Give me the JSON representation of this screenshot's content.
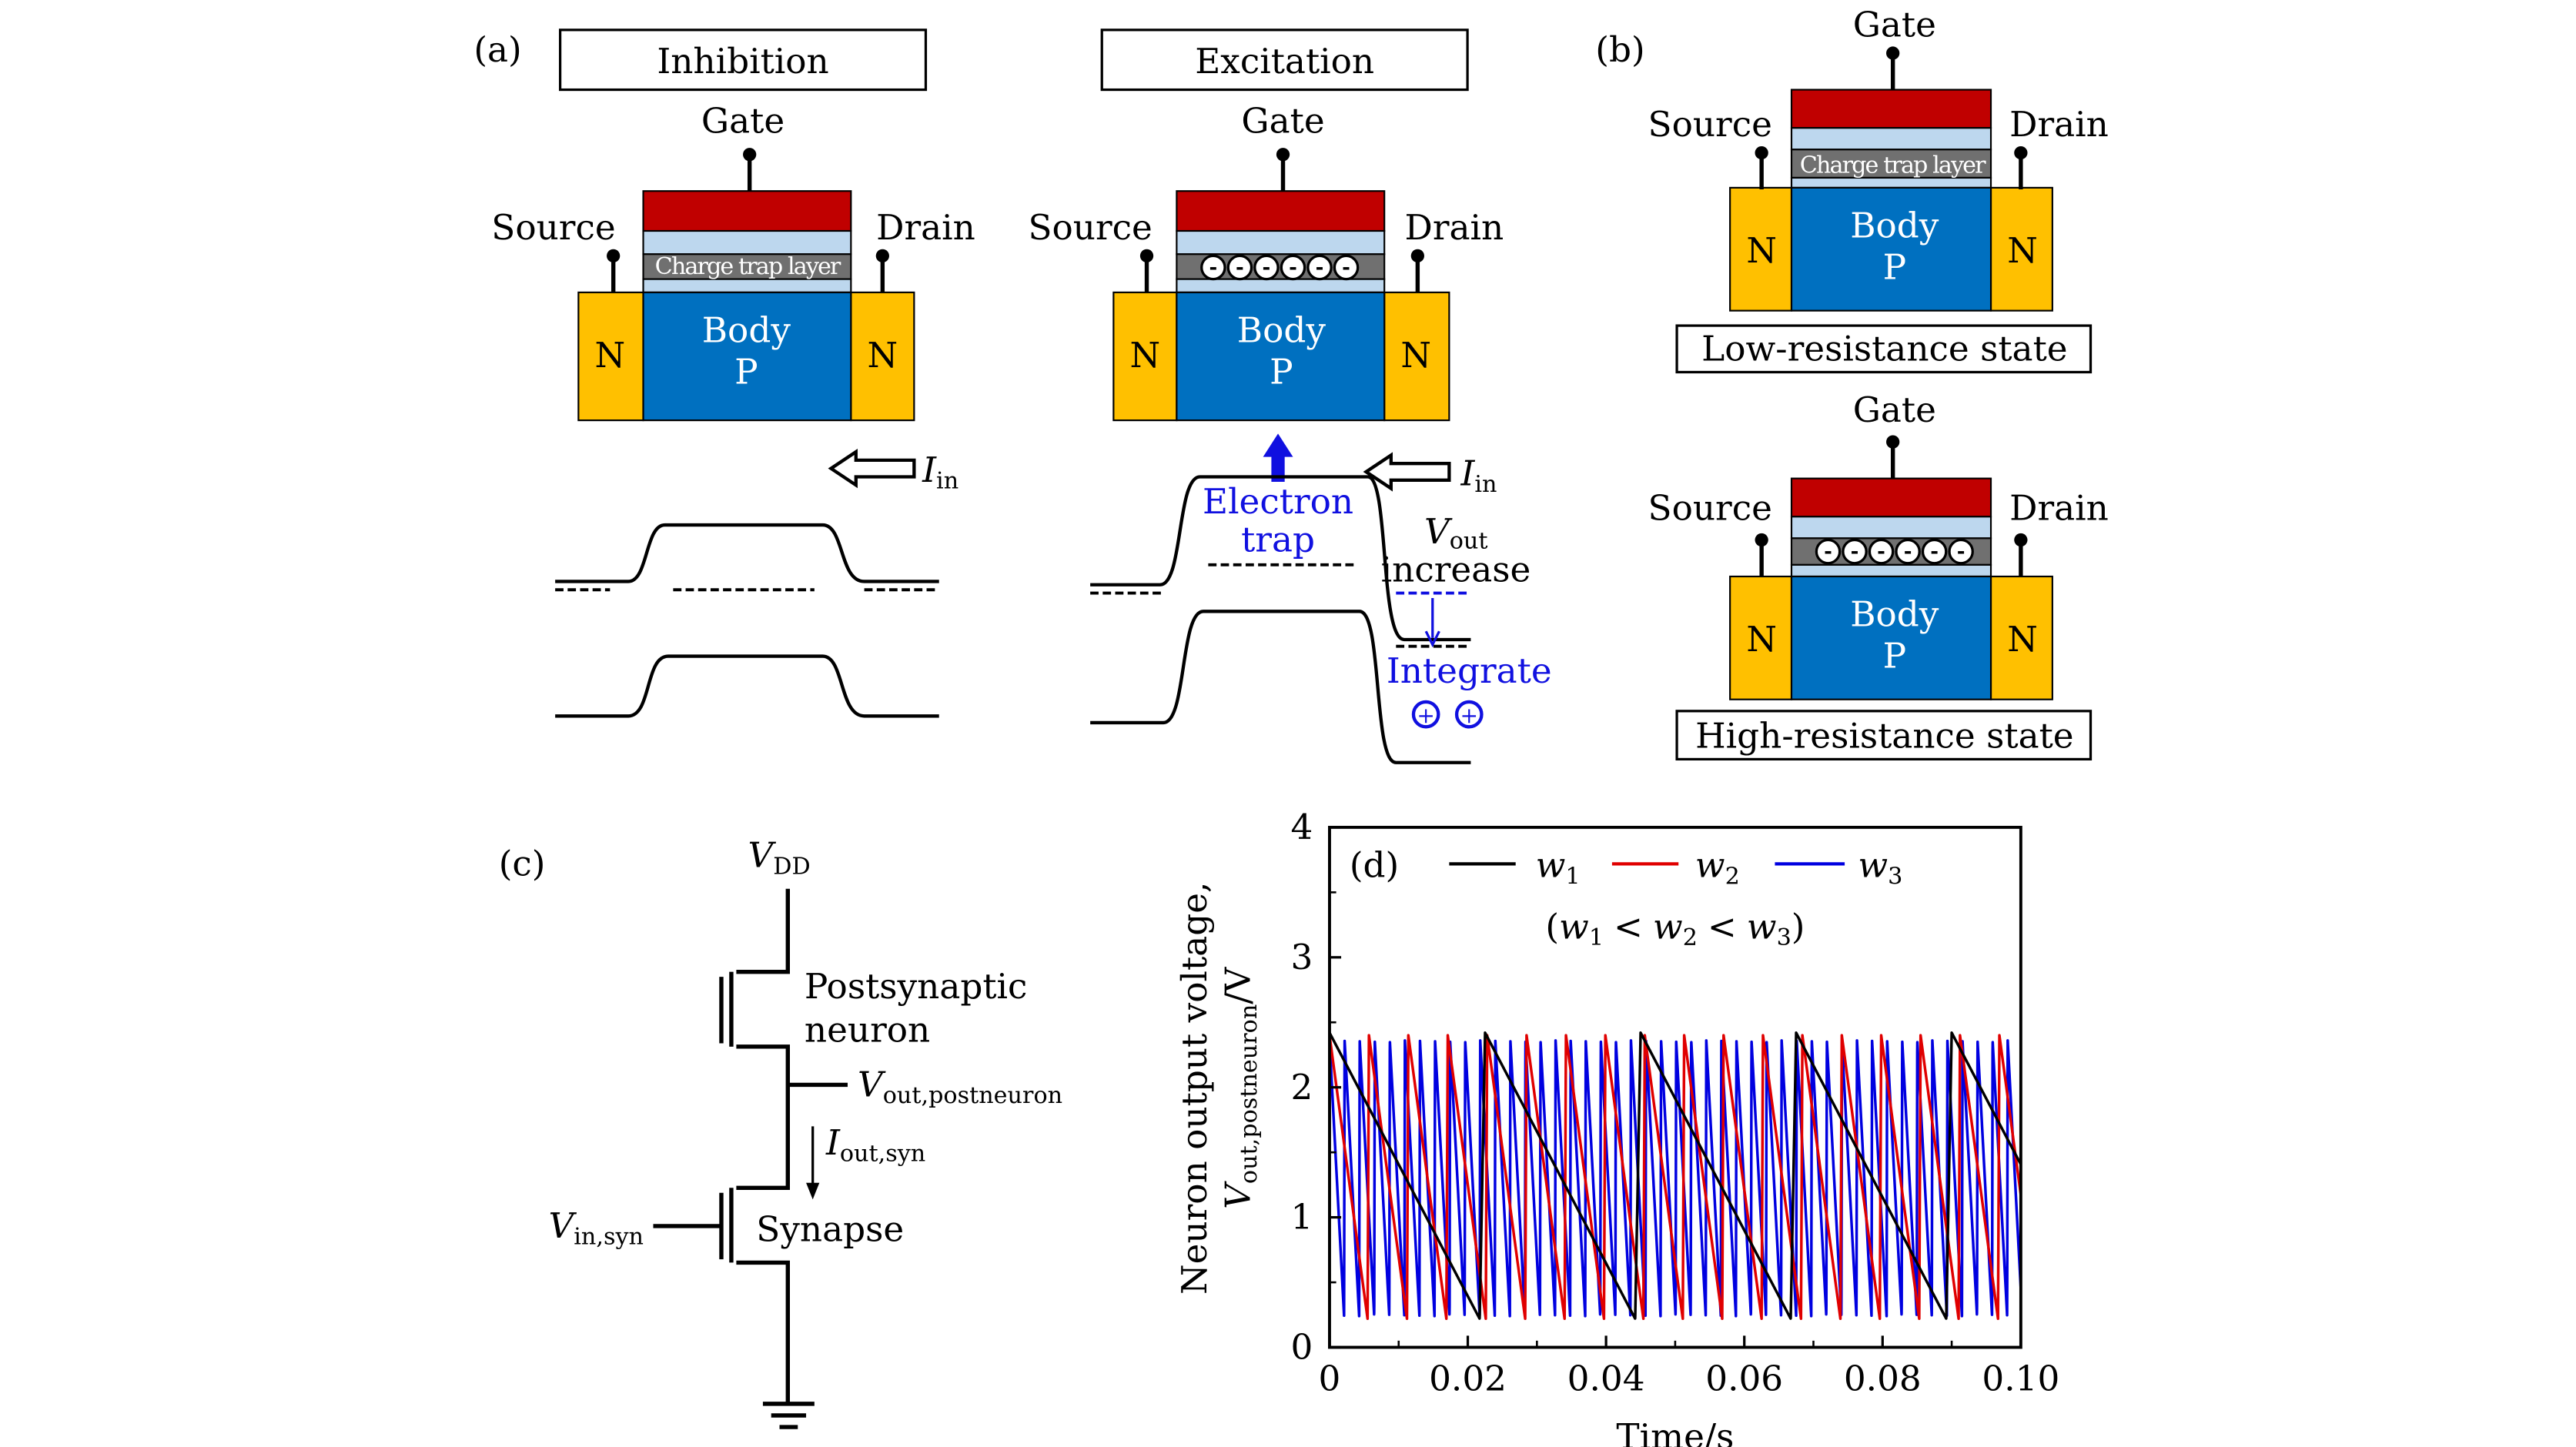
{
  "panel_a": {
    "label": "(a)",
    "inhibition": {
      "title": "Inhibition",
      "gate": "Gate",
      "source": "Source",
      "drain": "Drain",
      "trap_layer": "Charge trap layer",
      "body": "Body",
      "body_type": "P",
      "n_left": "N",
      "n_right": "N",
      "current": "I",
      "current_sub": "in"
    },
    "excitation": {
      "title": "Excitation",
      "gate": "Gate",
      "source": "Source",
      "drain": "Drain",
      "body": "Body",
      "body_type": "P",
      "n_left": "N",
      "n_right": "N",
      "trapped_charge": "-",
      "current": "I",
      "current_sub": "in",
      "electron_trap_1": "Electron",
      "electron_trap_2": "trap",
      "vout": "V",
      "vout_sub": "out",
      "vout_increase": "increase",
      "integrate": "Integrate",
      "hole_charge": "+"
    }
  },
  "panel_b": {
    "label": "(b)",
    "low": {
      "gate": "Gate",
      "source": "Source",
      "drain": "Drain",
      "trap_layer": "Charge trap layer",
      "body": "Body",
      "body_type": "P",
      "n_left": "N",
      "n_right": "N",
      "state": "Low-resistance state"
    },
    "high": {
      "gate": "Gate",
      "source": "Source",
      "drain": "Drain",
      "body": "Body",
      "body_type": "P",
      "n_left": "N",
      "n_right": "N",
      "trapped_charge": "-",
      "state": "High-resistance state"
    }
  },
  "panel_c": {
    "label": "(c)",
    "vdd": "V",
    "vdd_sub": "DD",
    "neuron_1": "Postsynaptic",
    "neuron_2": "neuron",
    "vout": "V",
    "vout_sub": "out,postneuron",
    "iout": "I",
    "iout_sub": "out,syn",
    "vin": "V",
    "vin_sub": "in,syn",
    "synapse": "Synapse"
  },
  "colors": {
    "gate": "#c00000",
    "oxide": "#bdd7ee",
    "trap": "#707070",
    "body": "#0070c0",
    "n_region": "#ffc000",
    "annotation": "#1010e0"
  },
  "chart_data": {
    "type": "line",
    "panel_label": "(d)",
    "xlabel": "Time/s",
    "ylabel_1": "Neuron output voltage,",
    "ylabel_2": "V",
    "ylabel_2_sub": "out,postneuron",
    "ylabel_2_unit": "/V",
    "xlim": [
      0,
      0.1
    ],
    "ylim": [
      0,
      4
    ],
    "xticks": [
      "0",
      "0.02",
      "0.04",
      "0.06",
      "0.08",
      "0.10"
    ],
    "yticks": [
      "0",
      "1",
      "2",
      "3",
      "4"
    ],
    "grid": false,
    "legend_placement": "top",
    "annotation": {
      "open": "(",
      "w1": "w",
      "w1_sub": "1",
      "lt1": "<",
      "w2": "w",
      "w2_sub": "2",
      "lt2": "<",
      "w3": "w",
      "w3_sub": "3",
      "close": ")"
    },
    "series": [
      {
        "name": "w",
        "name_sub": "1",
        "color": "#000000",
        "waveform": "sawtooth",
        "period_s": 0.0225,
        "max_V": 2.42,
        "min_V": 0.22,
        "start_V": 2.4
      },
      {
        "name": "w",
        "name_sub": "2",
        "color": "#e00000",
        "waveform": "sawtooth",
        "period_s": 0.0057,
        "max_V": 2.4,
        "min_V": 0.22,
        "start_V": 2.4
      },
      {
        "name": "w",
        "name_sub": "3",
        "color": "#0000e0",
        "waveform": "sawtooth",
        "period_s": 0.00218,
        "max_V": 2.36,
        "min_V": 0.24,
        "start_V": 2.36
      }
    ]
  }
}
